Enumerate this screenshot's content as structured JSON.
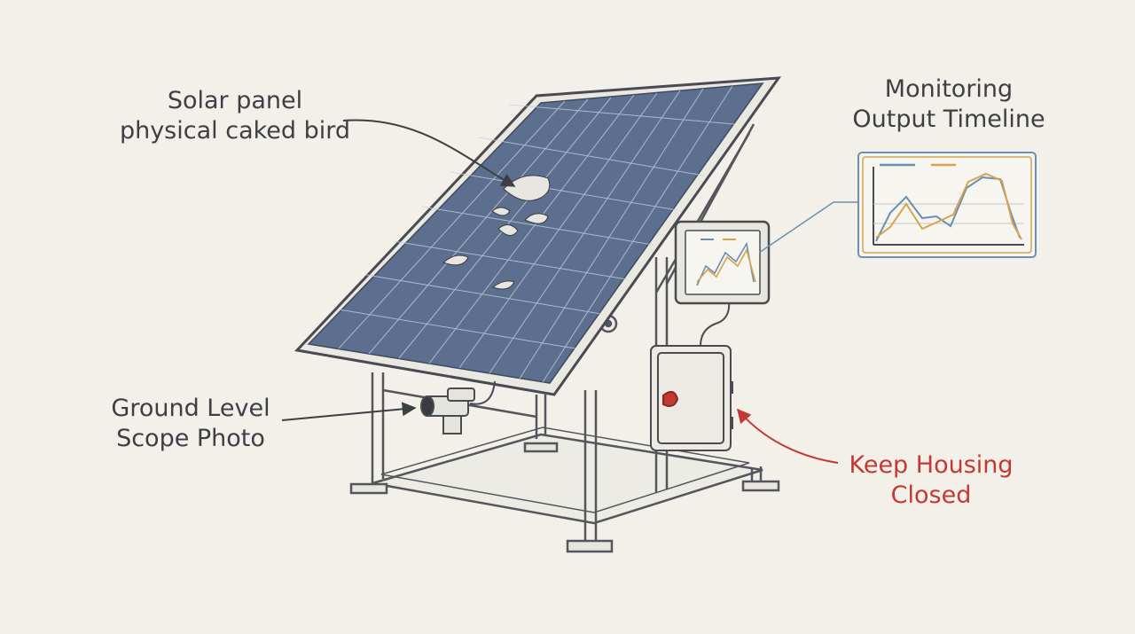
{
  "labels": {
    "panel": {
      "line1": "Solar panel",
      "line2": "physical caked bird"
    },
    "monitor": {
      "line1": "Monitoring",
      "line2": "Output Timeline"
    },
    "scope": {
      "line1": "Ground Level",
      "line2": "Scope Photo"
    },
    "housing": {
      "line1": "Keep Housing",
      "line2": "Closed"
    }
  },
  "colors": {
    "background": "#f2f0e9",
    "ink": "#4a4b50",
    "panel_cell": "#5d6f8e",
    "warning": "#c23a33",
    "trace_blue": "#6c8fb0",
    "trace_orange": "#d8a24f"
  },
  "icons": {
    "scope": "camera-scope-icon",
    "housing": "junction-box-icon",
    "monitor": "monitor-screen-icon"
  }
}
